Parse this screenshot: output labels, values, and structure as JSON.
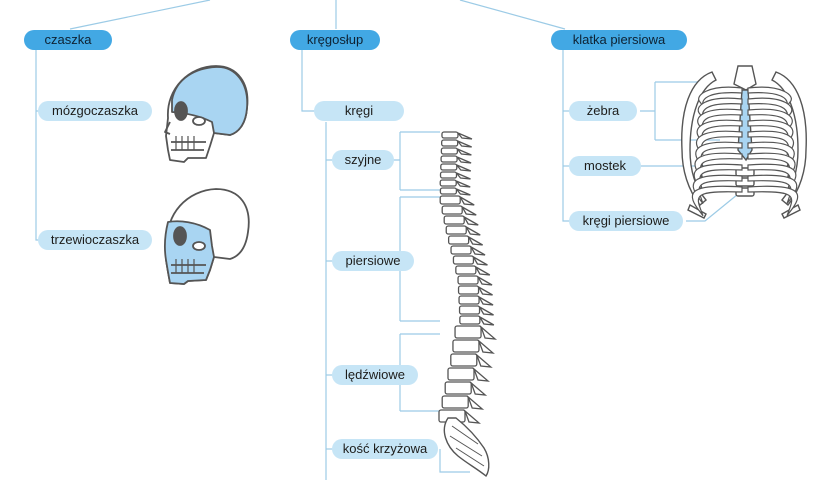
{
  "colors": {
    "primary": "#42a8e4",
    "secondary": "#c6e5f6",
    "connector": "#9ccbe6",
    "bone_stroke": "#555555",
    "bone_fill": "#ffffff",
    "highlight": "#a9d5f2"
  },
  "nodes": {
    "czaszka": "czaszka",
    "mozgoczaszka": "mózgoczaszka",
    "trzewioczaszka": "trzewioczaszka",
    "kregoslup": "kręgosłup",
    "kregi": "kręgi",
    "szyjne": "szyjne",
    "piersiowe": "piersiowe",
    "ledzwiowe": "lędźwiowe",
    "kosc_krzyzowa": "kość krzyżowa",
    "klatka_piersiowa": "klatka piersiowa",
    "zebra": "żebra",
    "mostek": "mostek",
    "kregi_piersiowe": "kręgi piersiowe"
  }
}
